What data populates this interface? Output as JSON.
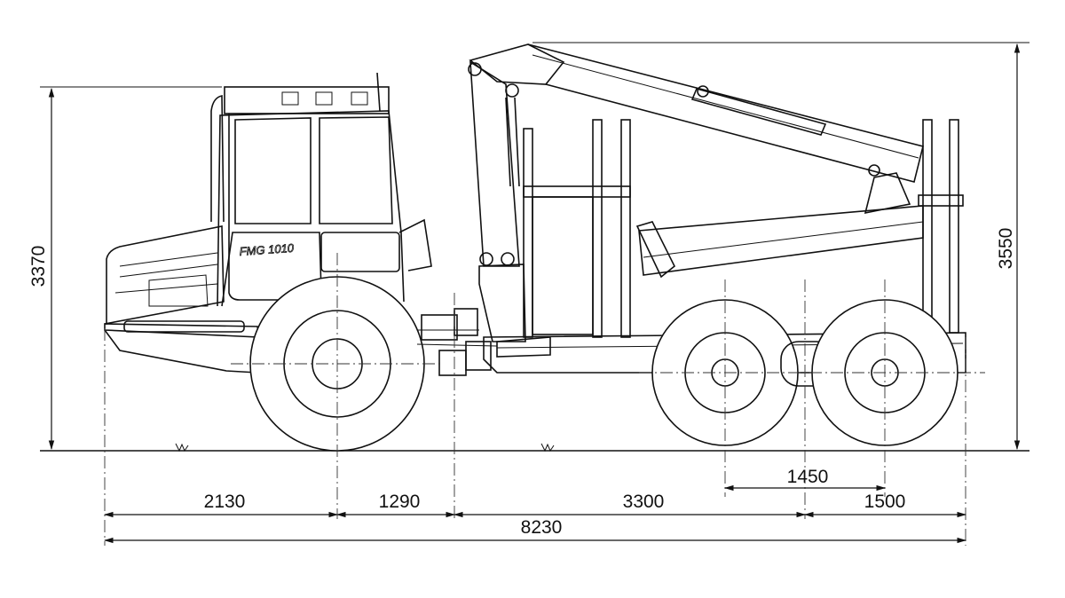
{
  "vehicle": {
    "model_badge": "FMG 1010"
  },
  "dimensions": {
    "front_overhang": "2130",
    "front_axle_to_joint": "1290",
    "joint_to_bogie": "3300",
    "rear_overhang": "1500",
    "bogie_axle_spacing": "1450",
    "overall_length": "8230",
    "cab_height": "3370",
    "crane_height": "3550"
  }
}
